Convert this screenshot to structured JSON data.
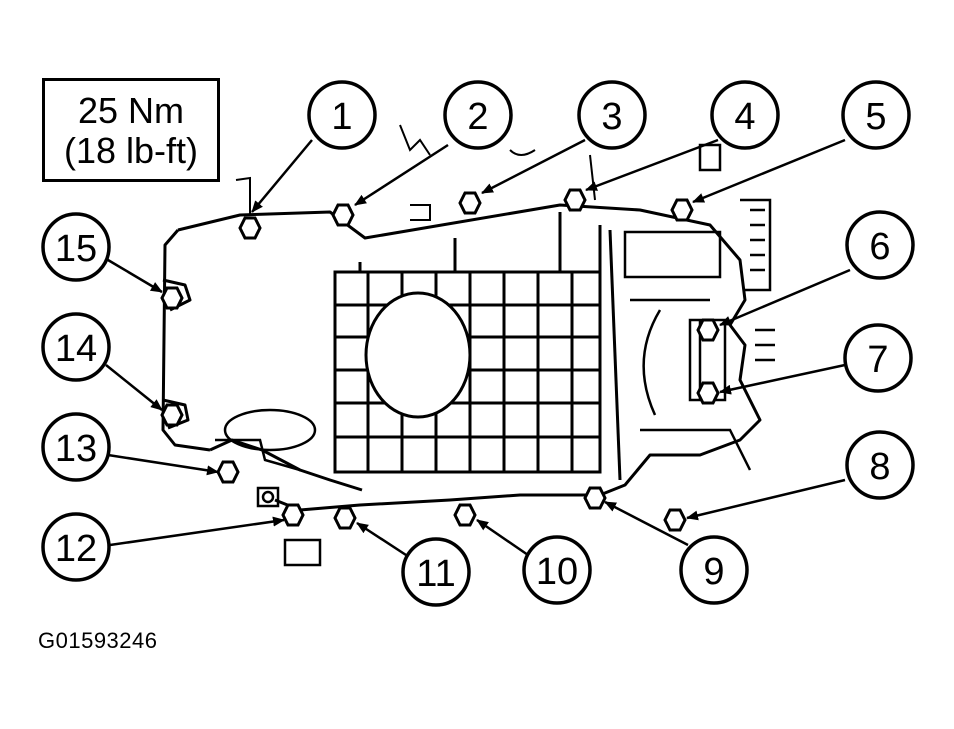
{
  "torque": {
    "nm": "25 Nm",
    "lbft": "(18 lb-ft)"
  },
  "figure_id": "G01593246",
  "callouts": [
    "1",
    "2",
    "3",
    "4",
    "5",
    "6",
    "7",
    "8",
    "9",
    "10",
    "11",
    "12",
    "13",
    "14",
    "15"
  ]
}
